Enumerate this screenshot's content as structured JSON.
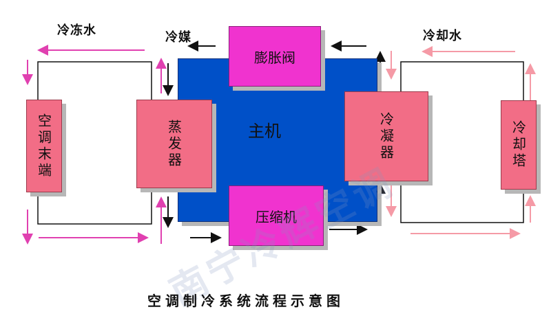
{
  "labels": {
    "chilled_water": "冷冻水",
    "refrigerant": "冷媒",
    "cooling_water": "冷却水"
  },
  "components": {
    "main_unit": "主机",
    "expansion_valve": "膨胀阀",
    "compressor": "压缩机",
    "evaporator": "蒸发器",
    "condenser": "冷凝器",
    "terminal": "空调末端",
    "cooling_tower": "冷却塔"
  },
  "caption": "空调制冷系统流程示意图",
  "watermark": "南宁冷辉空调",
  "colors": {
    "main": "#0050c8",
    "pink_box": "#f26d86",
    "magenta_box": "#f033cf",
    "chilled_arrow": "#e040b0",
    "cooling_arrow": "#f59aa6",
    "refrigerant_arrow": "#111111"
  }
}
